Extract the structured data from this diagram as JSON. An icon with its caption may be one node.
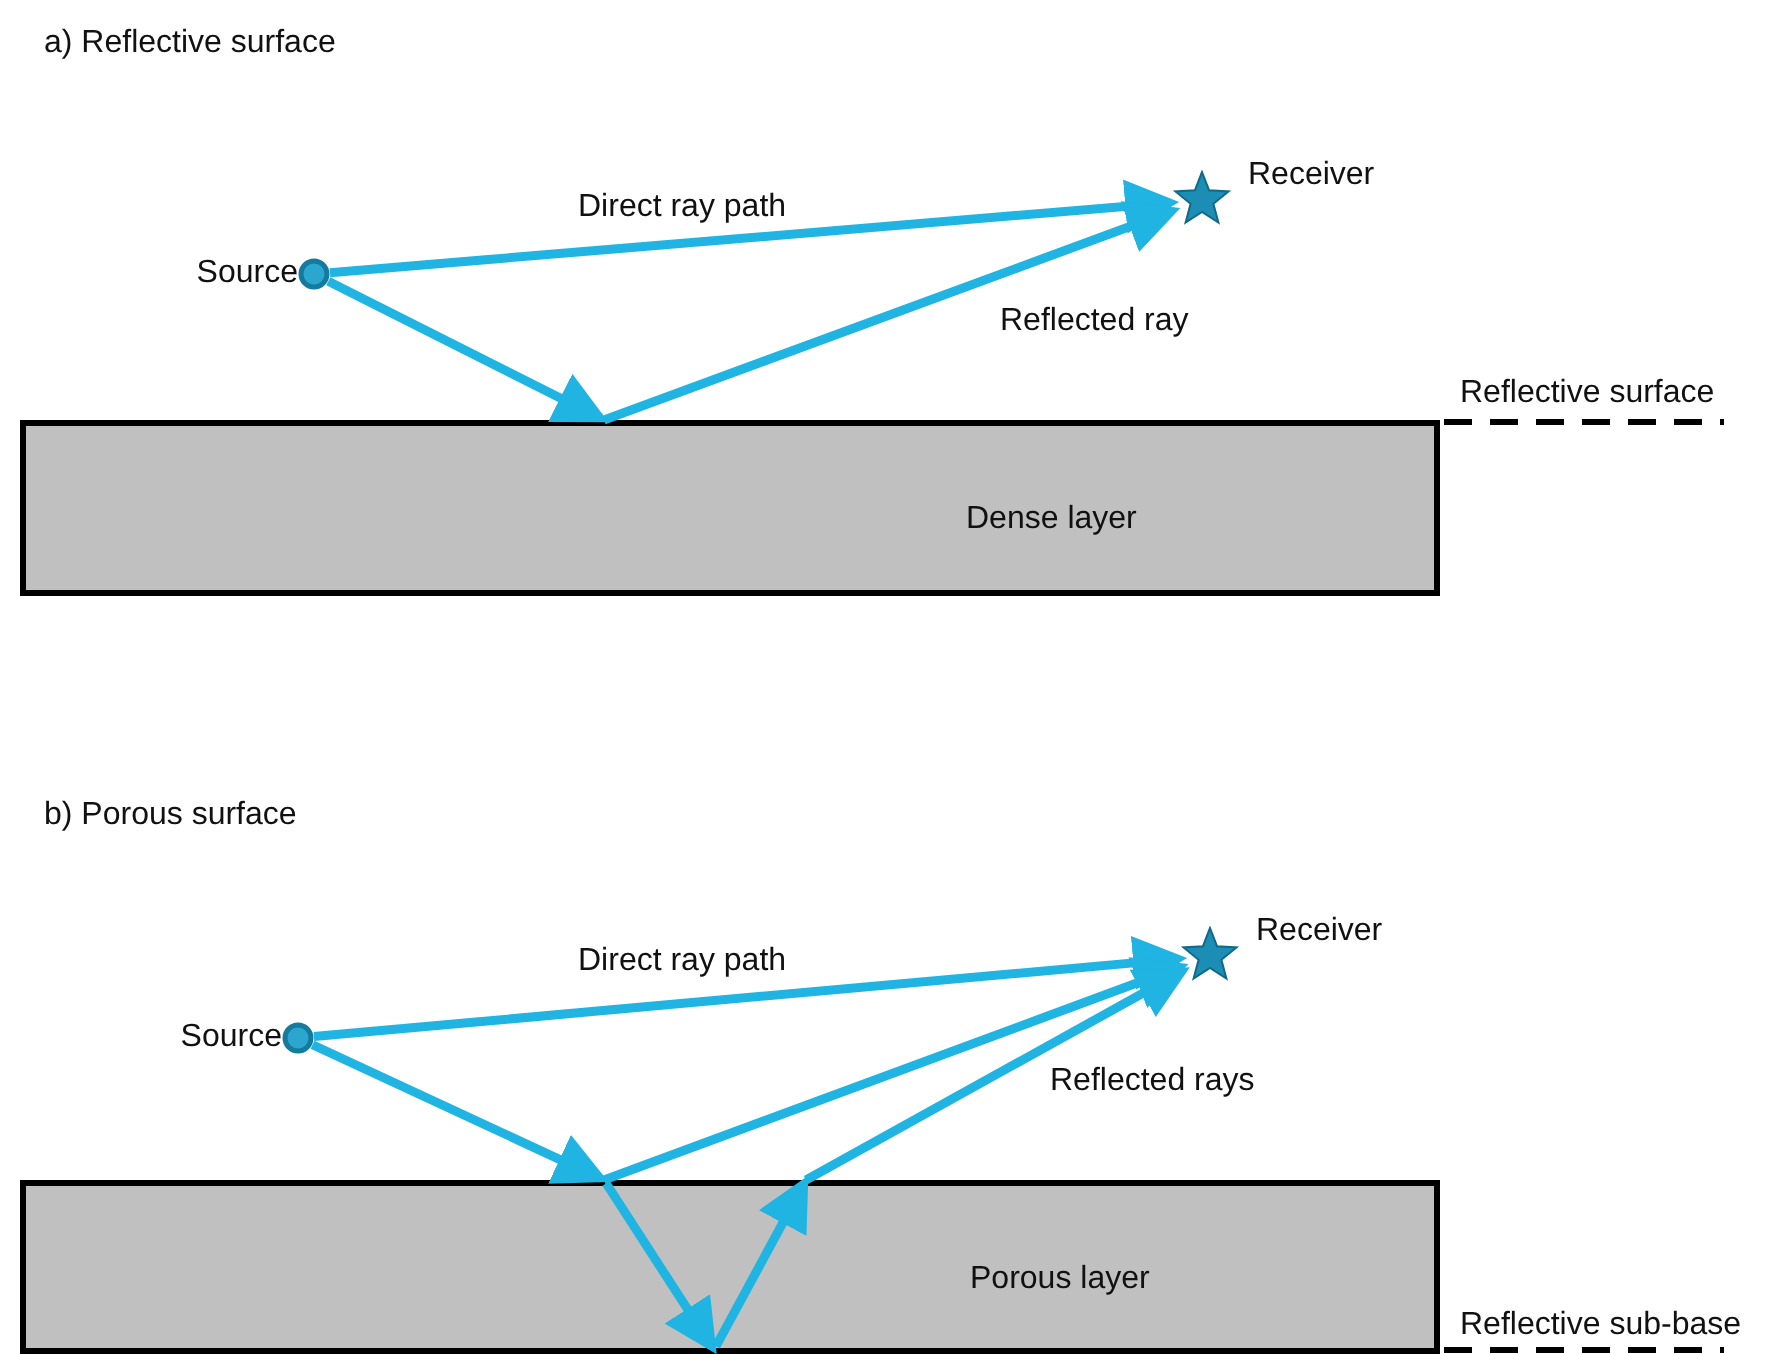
{
  "diagram": {
    "nodes": [
      {
        "text": [
          "Source"
        ]
      },
      {
        "text": [
          "Receiver"
        ]
      },
      {
        "text": [
          "Dense layer"
        ]
      },
      {
        "text": [
          "Source"
        ]
      },
      {
        "text": [
          "Receiver"
        ]
      },
      {
        "text": [
          "Porous layer"
        ]
      }
    ],
    "edges": [
      {
        "from": 0,
        "to": 1,
        "arrow": "to",
        "label": "Direct ray path"
      },
      {
        "from": 0,
        "to": 2,
        "arrow": "to"
      },
      {
        "from": 2,
        "to": 1,
        "arrow": "to",
        "label": "Reflected ray"
      },
      {
        "from": 3,
        "to": 4,
        "arrow": "to",
        "label": "Direct ray path"
      },
      {
        "from": 3,
        "to": 5,
        "arrow": "to"
      },
      {
        "from": 5,
        "to": 4,
        "arrow": "to"
      },
      {
        "from": 5,
        "to": 5,
        "arrow": "to"
      },
      {
        "from": 5,
        "to": 5,
        "arrow": "to"
      },
      {
        "from": 5,
        "to": 4,
        "arrow": "to",
        "label": "Reflected rays"
      }
    ],
    "labels": [
      "a) Reflective surface",
      "Reflective surface",
      "b) Porous surface",
      "Reflective sub-base"
    ]
  }
}
